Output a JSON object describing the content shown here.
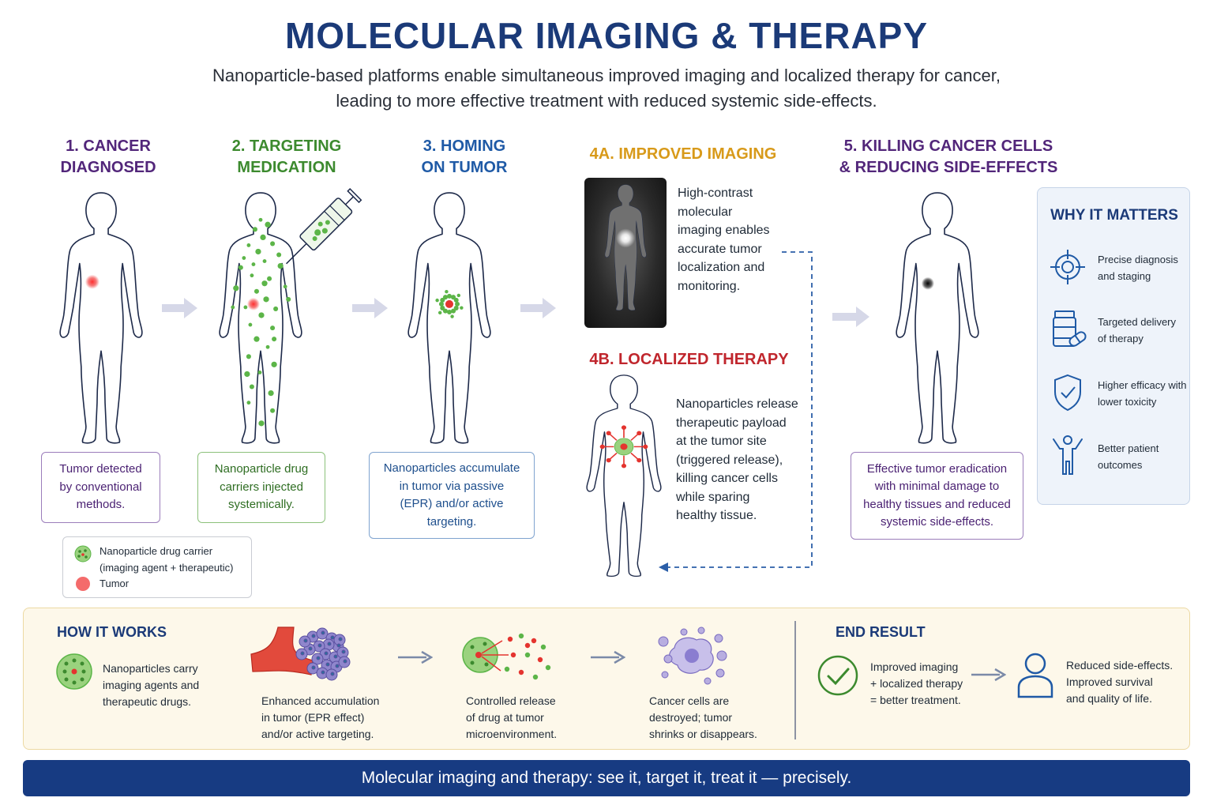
{
  "header": {
    "title": "MOLECULAR IMAGING & THERAPY",
    "subtitle_line1": "Nanoparticle-based platforms enable simultaneous improved imaging and localized therapy for cancer,",
    "subtitle_line2": "leading to more effective treatment with reduced systemic side-effects."
  },
  "stages": {
    "s1": {
      "title_l1": "1. CANCER",
      "title_l2": "DIAGNOSED",
      "caption": [
        "Tumor detected",
        "by conventional",
        "methods."
      ]
    },
    "s2": {
      "title_l1": "2. TARGETING",
      "title_l2": "MEDICATION",
      "caption": [
        "Nanoparticle drug",
        "carriers injected",
        "systemically."
      ]
    },
    "s3": {
      "title_l1": "3. HOMING",
      "title_l2": "ON TUMOR",
      "caption": [
        "Nanoparticles accumulate",
        "in tumor via passive",
        "(EPR) and/or active",
        "targeting."
      ]
    },
    "s4a": {
      "title": "4A. IMPROVED IMAGING",
      "text": [
        "High-contrast",
        "molecular",
        "imaging enables",
        "accurate tumor",
        "localization and",
        "monitoring."
      ]
    },
    "s4b": {
      "title": "4B. LOCALIZED THERAPY",
      "text": [
        "Nanoparticles release",
        "therapeutic payload",
        "at the tumor site",
        "(triggered release),",
        "killing cancer cells",
        "while sparing",
        "healthy tissue."
      ]
    },
    "s5": {
      "title_l1": "5. KILLING CANCER CELLS",
      "title_l2": "& REDUCING SIDE-EFFECTS",
      "caption": [
        "Effective tumor eradication",
        "with minimal damage to",
        "healthy tissues and reduced",
        "systemic side-effects."
      ]
    }
  },
  "legend": {
    "carrier_l1": "Nanoparticle drug carrier",
    "carrier_l2": "(imaging agent + therapeutic)",
    "tumor": "Tumor"
  },
  "why": {
    "title": "WHY IT MATTERS",
    "items": [
      {
        "icon": "crosshair-icon",
        "l1": "Precise diagnosis",
        "l2": "and staging"
      },
      {
        "icon": "medicine-bottle-icon",
        "l1": "Targeted delivery",
        "l2": "of therapy"
      },
      {
        "icon": "shield-check-icon",
        "l1": "Higher efficacy with",
        "l2": "lower toxicity"
      },
      {
        "icon": "person-celebrate-icon",
        "l1": "Better patient",
        "l2": "outcomes"
      }
    ]
  },
  "how": {
    "title": "HOW IT WORKS",
    "steps": [
      {
        "l1": "Nanoparticles carry",
        "l2": "imaging agents and",
        "l3": "therapeutic drugs."
      },
      {
        "l1": "Enhanced accumulation",
        "l2": "in tumor (EPR effect)",
        "l3": "and/or active targeting."
      },
      {
        "l1": "Controlled release",
        "l2": "of drug at tumor",
        "l3": "microenvironment."
      },
      {
        "l1": "Cancer cells are",
        "l2": "destroyed; tumor",
        "l3": "shrinks or disappears."
      }
    ],
    "end_title": "END RESULT",
    "end_result": {
      "l1": "Improved imaging",
      "l2": "+ localized therapy",
      "l3": "= better treatment."
    },
    "outcome": {
      "l1": "Reduced side-effects.",
      "l2": "Improved survival",
      "l3": "and quality of life."
    }
  },
  "footer": {
    "tagline": "Molecular imaging and therapy: see it, target it, treat it — precisely."
  },
  "colors": {
    "navy": "#1b3a78",
    "purple": "#52267a",
    "green": "#3c8a2e",
    "blue": "#1f5aa6",
    "orange": "#d89a1a",
    "red": "#c0262d",
    "footer": "#173b82"
  }
}
